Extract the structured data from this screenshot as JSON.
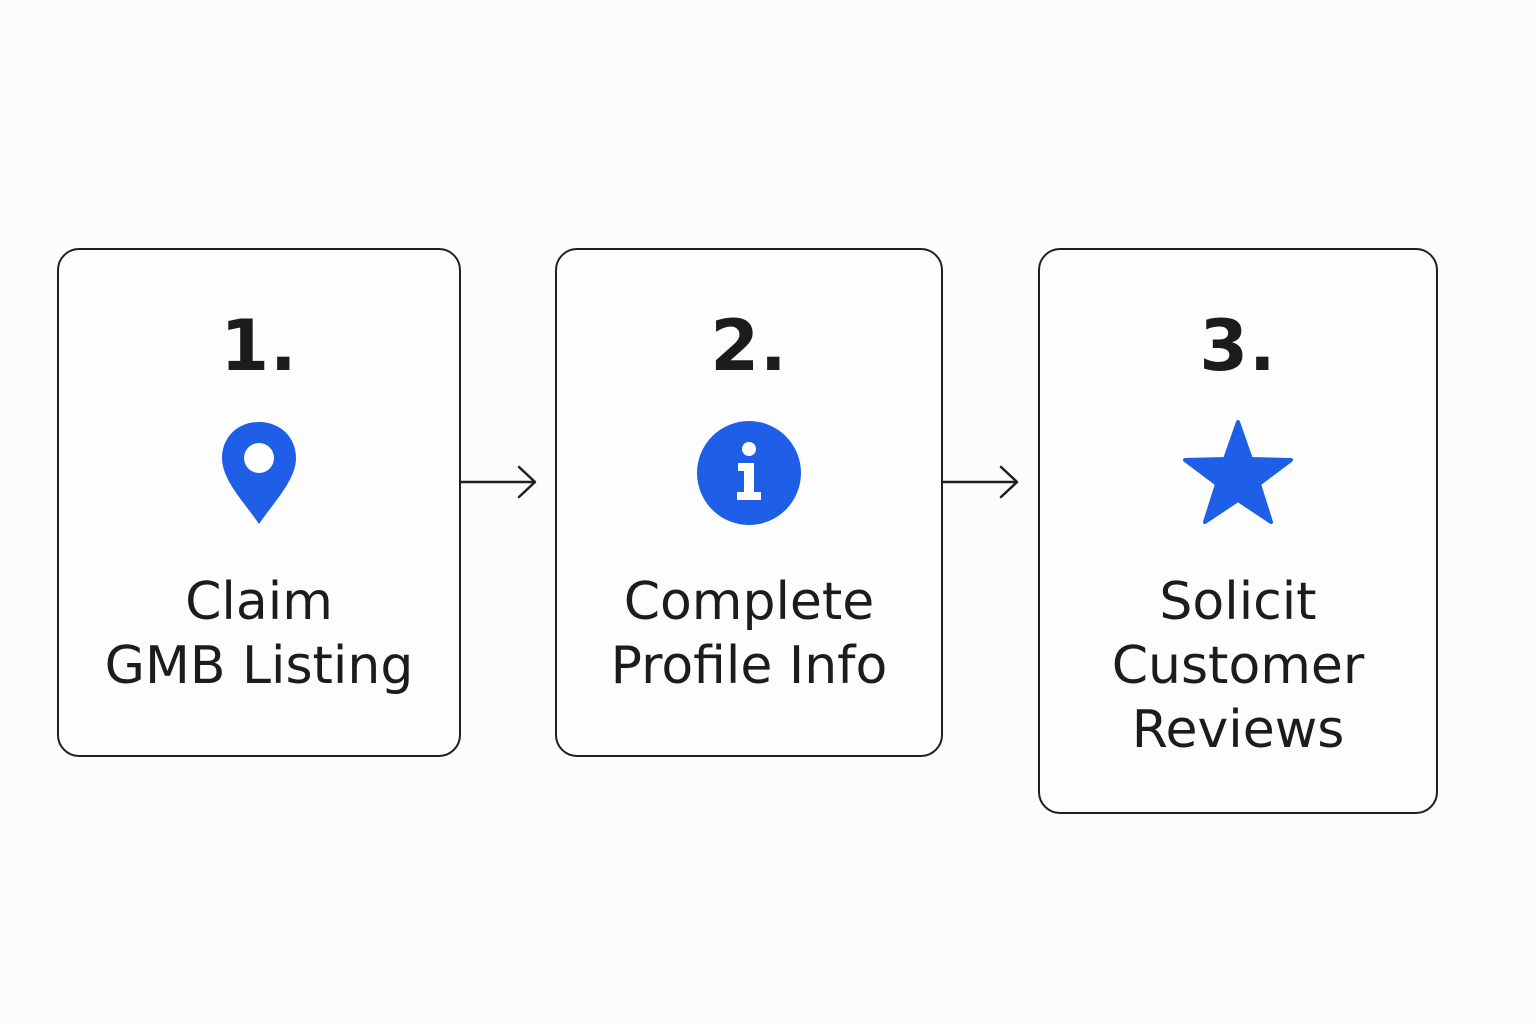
{
  "colors": {
    "accent": "#1f5fe8",
    "stroke": "#1f1f1f",
    "text": "#1c1c1c",
    "background": "#fcfcfc"
  },
  "steps": [
    {
      "number": "1.",
      "icon": "map-pin-icon",
      "label_lines": [
        "Claim",
        "GMB Listing"
      ]
    },
    {
      "number": "2.",
      "icon": "info-circle-icon",
      "label_lines": [
        "Complete",
        "Profile Info"
      ]
    },
    {
      "number": "3.",
      "icon": "star-icon",
      "label_lines": [
        "Solicit",
        "Customer",
        "Reviews"
      ]
    }
  ]
}
